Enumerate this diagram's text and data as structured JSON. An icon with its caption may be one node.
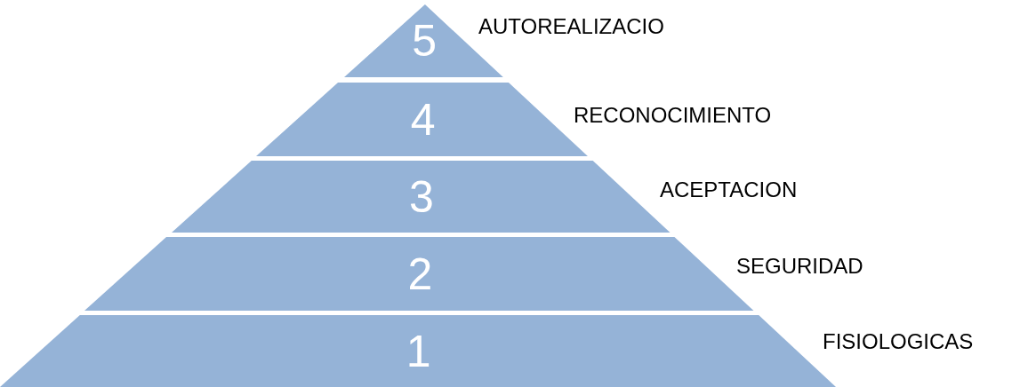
{
  "diagram": {
    "nodes": [
      {
        "text": [
          "5"
        ],
        "beside": [
          "AUTOREALIZACIO"
        ]
      },
      {
        "text": [
          "4"
        ],
        "beside": [
          "RECONOCIMIENTO"
        ]
      },
      {
        "text": [
          "3"
        ],
        "beside": [
          "ACEPTACION"
        ]
      },
      {
        "text": [
          "2"
        ],
        "beside": [
          "SEGURIDAD"
        ]
      },
      {
        "text": [
          "1"
        ],
        "beside": [
          "FISIOLOGICAS"
        ]
      }
    ]
  }
}
